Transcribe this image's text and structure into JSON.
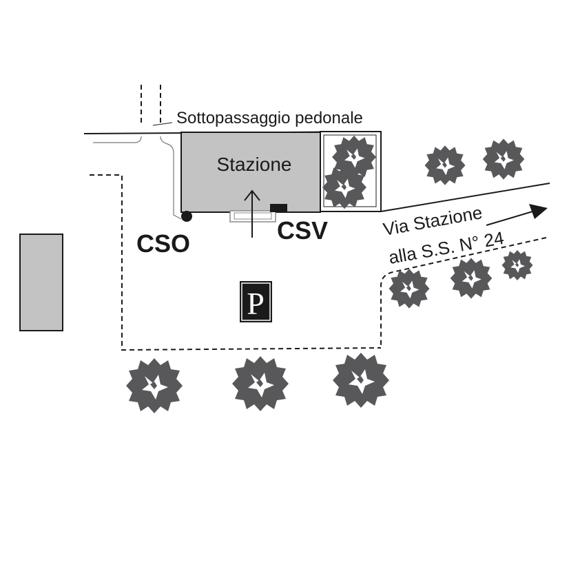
{
  "map": {
    "station_label": "Stazione",
    "underpass_label": "Sottopassaggio pedonale",
    "cso_label": "CSO",
    "csv_label": "CSV",
    "road_label_line1": "Via Stazione",
    "road_label_line2": "alla S.S. N° 24",
    "parking_symbol": "P"
  },
  "colors": {
    "building_fill": "#c3c3c3",
    "tree_fill": "#58585a",
    "line": "#1a1a1a",
    "parking_bg": "#1a1a1a",
    "parking_text": "#ffffff"
  },
  "icons": [
    "tree-icon",
    "parking-icon",
    "arrow-icon",
    "marker-dot-icon"
  ]
}
